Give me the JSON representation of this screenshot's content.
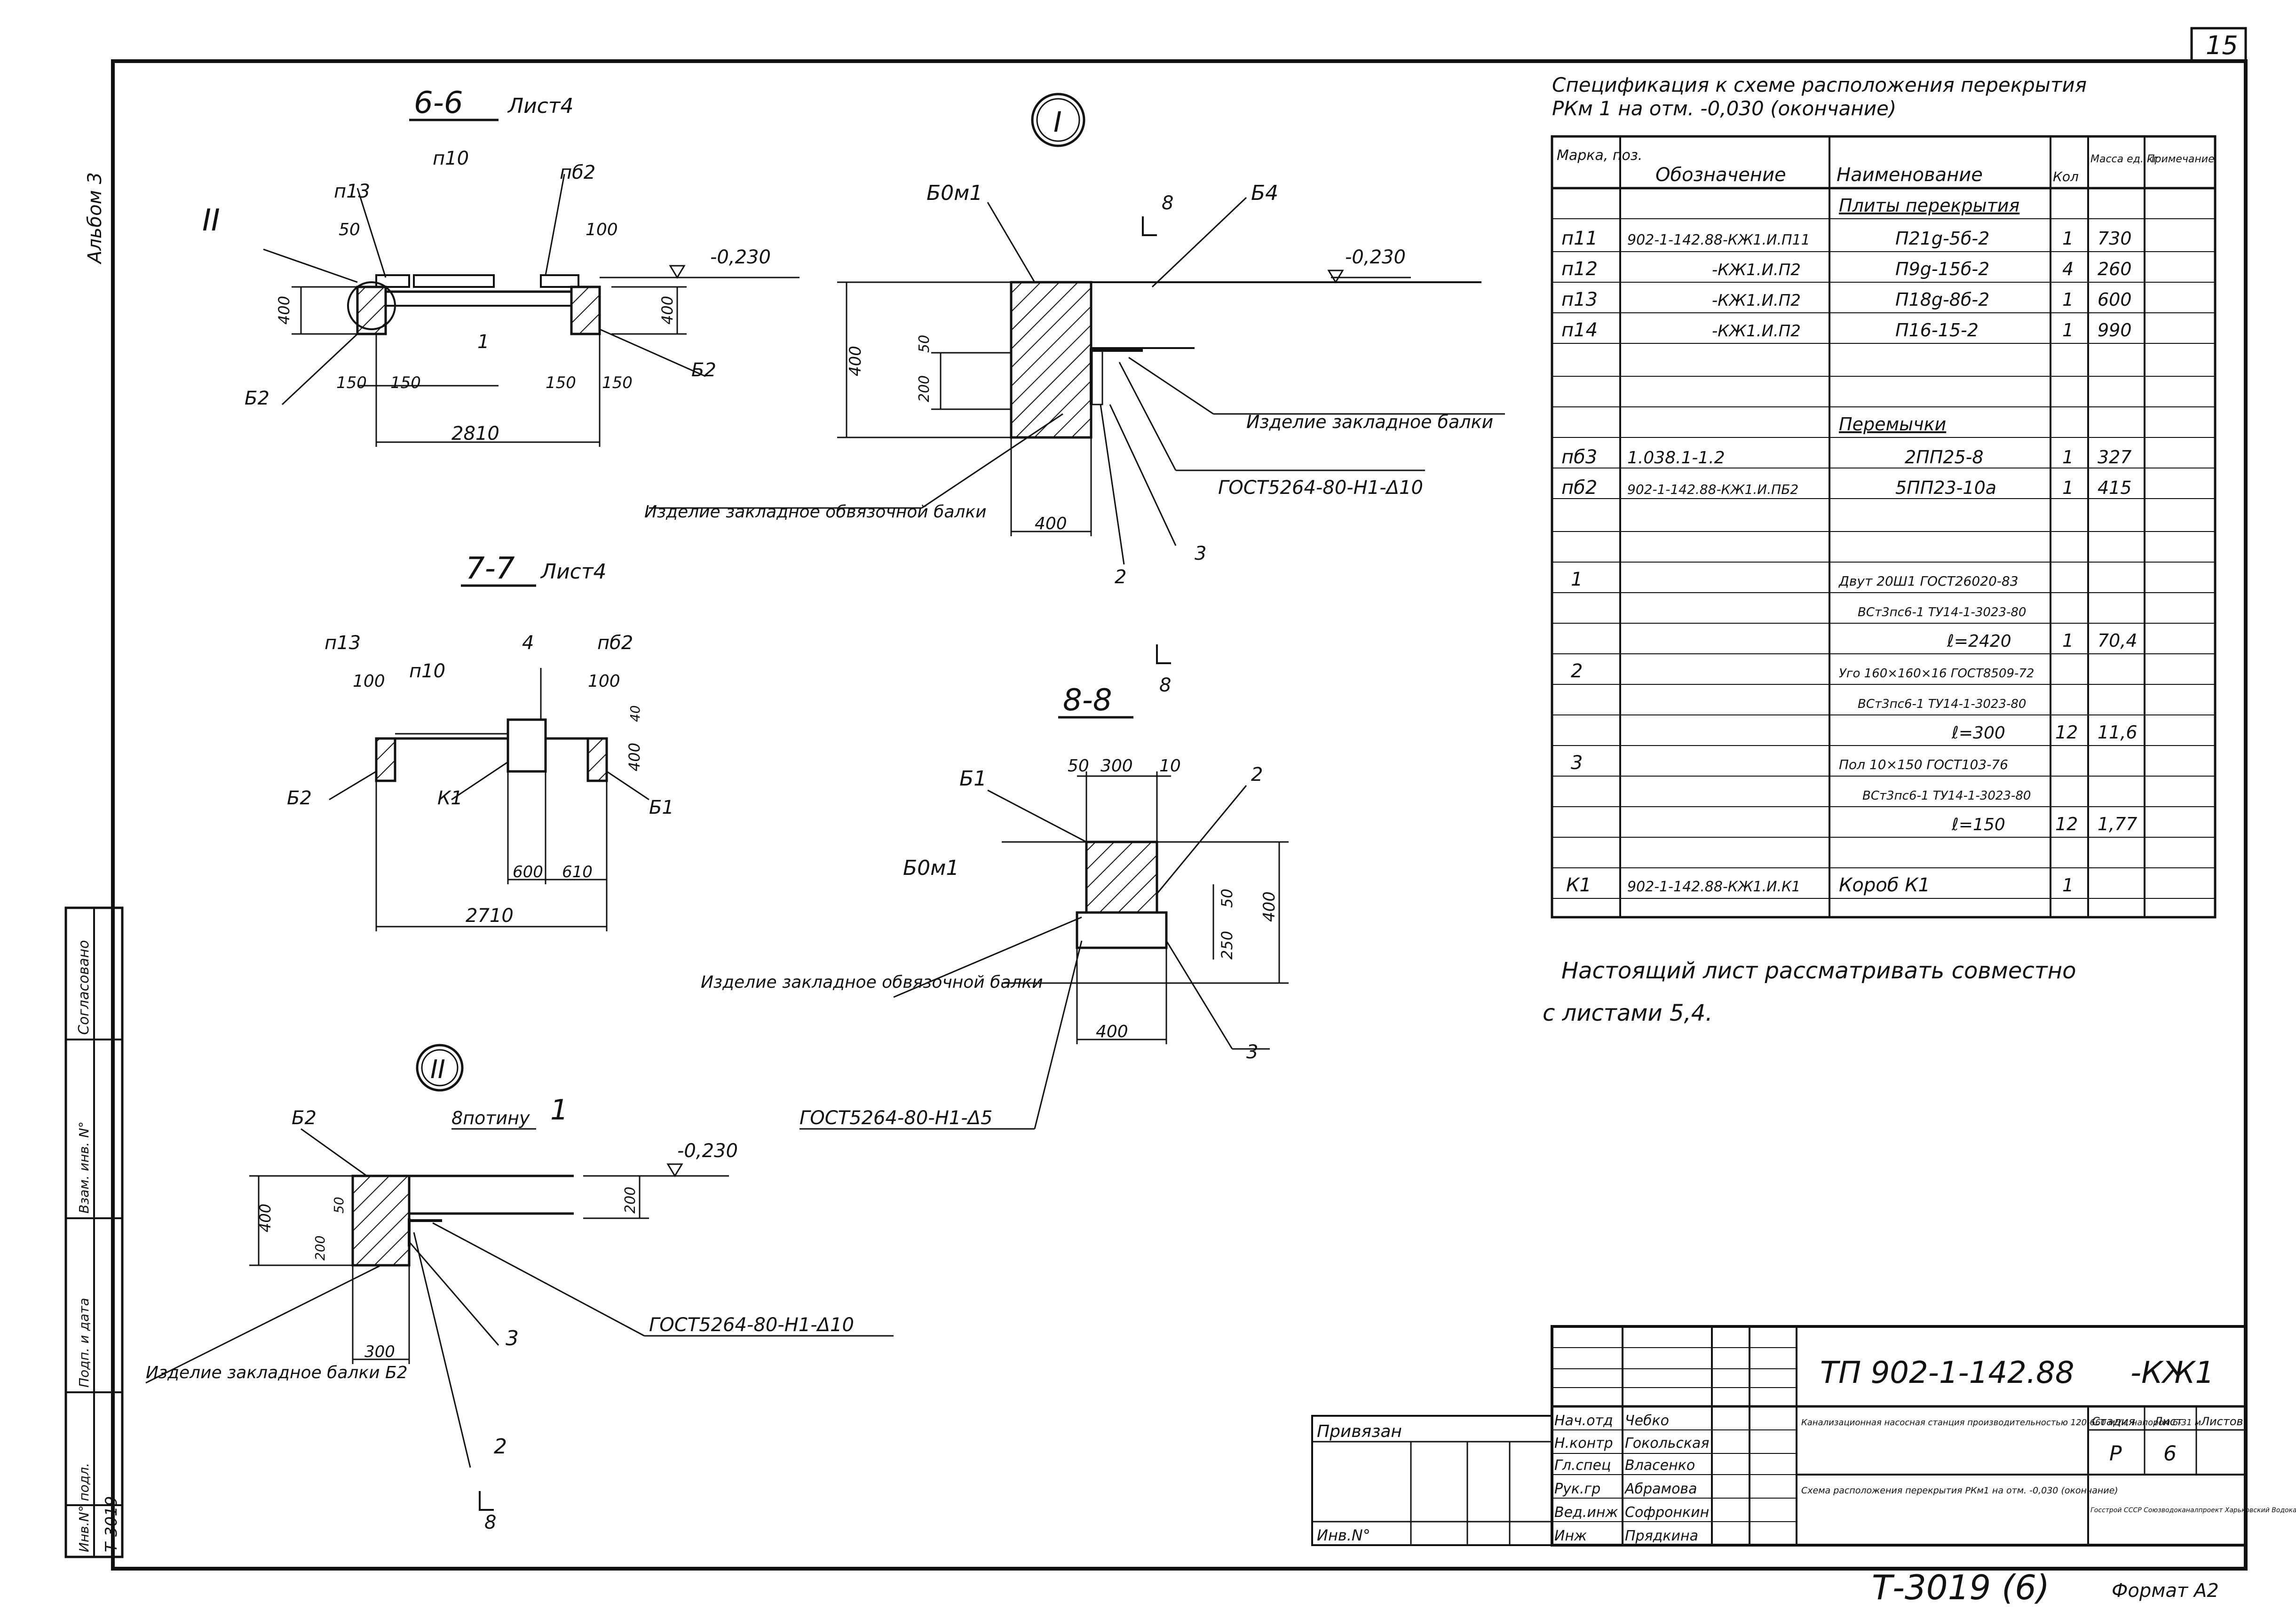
{
  "sheet_number": "15",
  "album": "Альбом 3",
  "sections": {
    "s66": {
      "title": "6-6",
      "ref": "Лист4",
      "labels": [
        "II",
        "п10",
        "п13",
        "пб2",
        "50",
        "100",
        "-0,230",
        "400",
        "400",
        "1",
        "Б2",
        "Б2",
        "150",
        "150",
        "150",
        "150",
        "2810"
      ]
    },
    "s77": {
      "title": "7-7",
      "ref": "Лист4",
      "labels": [
        "п13",
        "п10",
        "4",
        "пб2",
        "100",
        "100",
        "40",
        "400",
        "Б2",
        "К1",
        "Б1",
        "600",
        "610",
        "2710"
      ]
    },
    "detI": {
      "title": "I",
      "labels": [
        "Б0м1",
        "8",
        "Б4",
        "-0,230",
        "400",
        "50",
        "200",
        "400",
        "Изделие закладное балки",
        "ГОСТ5264-80-Н1-Δ10",
        "Изделие закладное обвязочной балки",
        "2",
        "3",
        "8",
        "8"
      ]
    },
    "s88": {
      "title": "8-8",
      "labels": [
        "Б1",
        "50",
        "300",
        "10",
        "2",
        "Б0м1",
        "50",
        "250",
        "400",
        "Изделие закладное обвязочной балки",
        "400",
        "3",
        "ГОСТ5264-80-Н1-Δ5"
      ]
    },
    "detII": {
      "title": "II",
      "labels": [
        "Б2",
        "8потину",
        "1",
        "-0,230",
        "400",
        "200",
        "50",
        "200",
        "Изделие закладное балки Б2",
        "300",
        "3",
        "ГОСТ5264-80-Н1-Δ10",
        "2",
        "8"
      ]
    }
  },
  "spec": {
    "title": "Спецификация к схеме расположения перекрытия",
    "subtitle": "РКм 1 на отм. -0,030 (окончание)",
    "columns": [
      "Марка, поз.",
      "Обозначение",
      "Наименование",
      "Кол",
      "Масса ед.,кг",
      "Примечание"
    ],
    "section_plates": "Плиты перекрытия",
    "section_lintels": "Перемычки",
    "rows": [
      [
        "п11",
        "902-1-142.88-КЖ1.И.П11",
        "П21g-5б-2",
        "1",
        "730",
        ""
      ],
      [
        "п12",
        "-КЖ1.И.П2",
        "П9g-15б-2",
        "4",
        "260",
        ""
      ],
      [
        "п13",
        "-КЖ1.И.П2",
        "П18g-8б-2",
        "1",
        "600",
        ""
      ],
      [
        "п14",
        "-КЖ1.И.П2",
        "П16-15-2",
        "1",
        "990",
        ""
      ],
      [
        "пб3",
        "1.038.1-1.2",
        "2ПП25-8",
        "1",
        "327",
        ""
      ],
      [
        "пб2",
        "902-1-142.88-КЖ1.И.ПБ2",
        "5ПП23-10а",
        "1",
        "415",
        ""
      ],
      [
        "1",
        "",
        "Двут 20Ш1 ГОСТ26020-83",
        "",
        "",
        ""
      ],
      [
        "",
        "",
        "ВСт3пс6-1 ТУ14-1-3023-80",
        "",
        "",
        ""
      ],
      [
        "",
        "",
        "ℓ=2420",
        "1",
        "70,4",
        ""
      ],
      [
        "2",
        "",
        "Уго 160×160×16 ГОСТ8509-72",
        "",
        "",
        ""
      ],
      [
        "",
        "",
        "ВСт3пс6-1 ТУ14-1-3023-80",
        "",
        "",
        ""
      ],
      [
        "",
        "",
        "ℓ=300",
        "12",
        "11,6",
        ""
      ],
      [
        "3",
        "",
        "Пол 10×150 ГОСТ103-76",
        "",
        "",
        ""
      ],
      [
        "",
        "",
        "ВСт3пс6-1 ТУ14-1-3023-80",
        "",
        "",
        ""
      ],
      [
        "",
        "",
        "ℓ=150",
        "12",
        "1,77",
        ""
      ],
      [
        "К1",
        "902-1-142.88-КЖ1.И.К1",
        "Короб К1",
        "1",
        "",
        ""
      ]
    ]
  },
  "note_line1": "Настоящий лист рассматривать совместно",
  "note_line2": "с листами 5,4.",
  "title_block": {
    "doc_code": "ТП 902-1-142.88",
    "doc_suffix": "-КЖ1",
    "project": "Канализационная насосная станция производительностью 120-660 м³/ч, напором 6-31 м",
    "sheet_name": "Схема расположения перекрытия РКм1 на отм. -0,030 (окончание)",
    "stage_label": "Стадия",
    "stage": "Р",
    "sheet_label": "Лист",
    "sheet": "6",
    "sheets_label": "Листов",
    "org": "Госстрой СССР Союзводоканалпроект Харьковский Водоканалпроект",
    "roles": [
      "Нач.отд",
      "Н.контр",
      "Гл.спец",
      "Рук.гр",
      "Вед.инж",
      "Инж"
    ],
    "names": [
      "Чебко",
      "Гокольская",
      "Власенко",
      "Абрамова",
      "Софронкин",
      "Прядкина"
    ],
    "privyazan": "Привязан",
    "inv": "Инв.N°"
  },
  "left_strip": [
    "Согласовано",
    "Инв.N° подл.",
    "Подп. и дата",
    "Взам. инв. N°",
    "Т-3019"
  ],
  "footer_code": "Т-3019 (6)",
  "format": "Формат А2"
}
